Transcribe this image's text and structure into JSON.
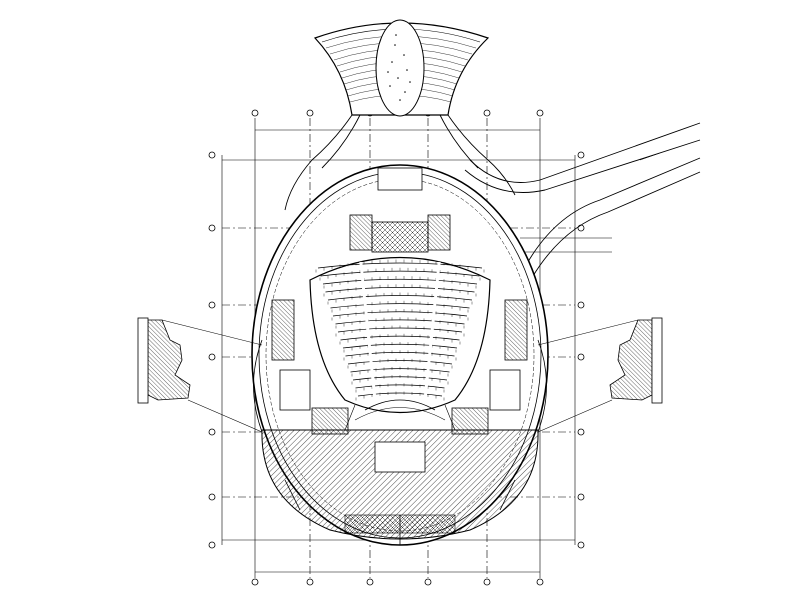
{
  "drawing": {
    "kind": "architectural floor plan",
    "line_color": "#000000",
    "background_color": "#ffffff",
    "hatch_color": "#000000"
  },
  "grid": {
    "top_axis_count": 6,
    "bottom_axis_count": 6,
    "left_axis_count": 7,
    "right_axis_count": 7
  },
  "seating": {
    "main_rows": 17
  }
}
